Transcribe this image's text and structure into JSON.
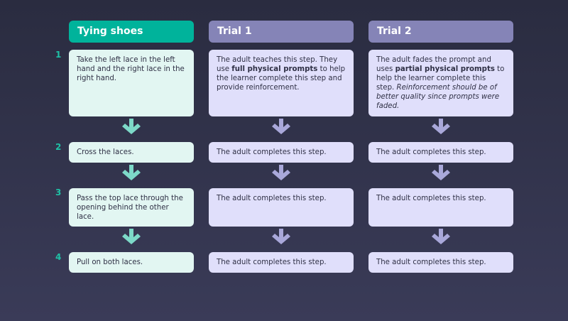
{
  "headers": {
    "task": "Tying shoes",
    "trial1": "Trial 1",
    "trial2": "Trial 2"
  },
  "steps": [
    {
      "number": "1",
      "task": "Take the left lace in the left hand and the right lace in the right hand.",
      "trial1": {
        "a": "The adult teaches this step. They use ",
        "b": "full physical prompts",
        "c": " to help the learner complete this step and provide reinforcement."
      },
      "trial2": {
        "a": "The adult fades the prompt and uses ",
        "b": "partial physical prompts",
        "c": " to help the learner complete this step. ",
        "d": "Reinforcement should be of better quality since prompts were faded."
      }
    },
    {
      "number": "2",
      "task": "Cross the laces.",
      "trial1": "The adult completes this step.",
      "trial2": "The adult completes this step."
    },
    {
      "number": "3",
      "task": "Pass the top lace through the opening behind the other lace.",
      "trial1": "The adult completes this step.",
      "trial2": "The adult completes this step."
    },
    {
      "number": "4",
      "task": "Pull on both laces.",
      "trial1": "The adult completes this step.",
      "trial2": "The adult completes this step."
    }
  ],
  "colors": {
    "teal": "#00b39b",
    "purple": "#8584b7",
    "teal_arrow": "#7dd9c8",
    "purple_arrow": "#a9a8da"
  }
}
